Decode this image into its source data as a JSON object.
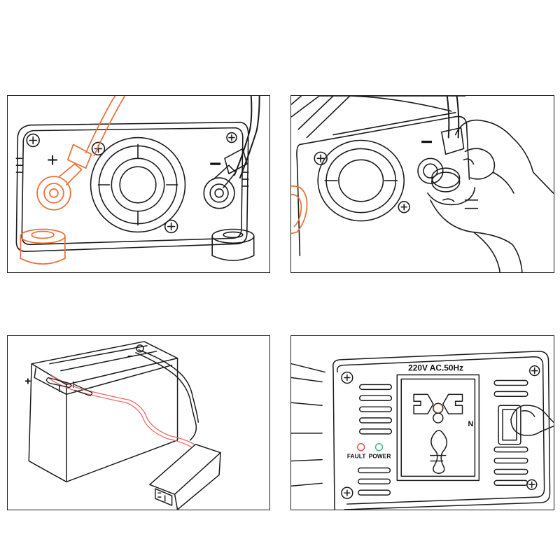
{
  "panel1": {
    "plus_sign": "+",
    "minus_sign": "−"
  },
  "panel2": {
    "minus_sign": "−"
  },
  "panel3": {
    "plus_sign": "+",
    "minus_sign": "−"
  },
  "panel4": {
    "voltage_label": "220V AC.50Hz",
    "neutral_label": "N",
    "fault_label": "FAULT",
    "power_label": "POWER"
  },
  "colors": {
    "positive_wire": "#e8743b",
    "line": "#1a1a1a",
    "fault_led": "#e0504a",
    "power_led": "#4fb07a"
  }
}
